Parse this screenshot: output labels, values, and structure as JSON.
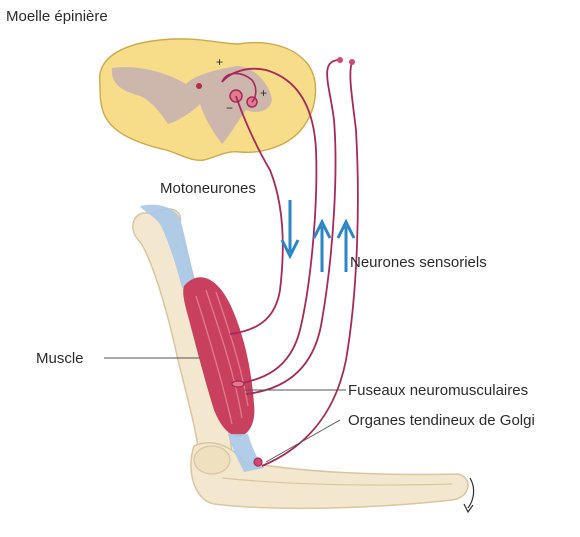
{
  "labels": {
    "spinal_cord": "Moelle épinière",
    "motoneurons": "Motoneurones",
    "sensory_neurons": "Neurones sensoriels",
    "muscle": "Muscle",
    "muscle_spindles": "Fuseaux neuromusculaires",
    "golgi_organs": "Organes tendineux de Golgi"
  },
  "symbols": {
    "plus": "+",
    "minus": "−"
  },
  "colors": {
    "spinal_white_matter": "#f7dc8a",
    "spinal_grey_matter": "#cdb7ad",
    "nerve": "#a8285a",
    "muscle": "#c9405e",
    "muscle_light": "#e07b8e",
    "tendon": "#a9c8e8",
    "bone": "#f3e8cf",
    "bone_outline": "#d9c69e",
    "arrow": "#2b86c5",
    "label_text": "#2b2b2b"
  }
}
